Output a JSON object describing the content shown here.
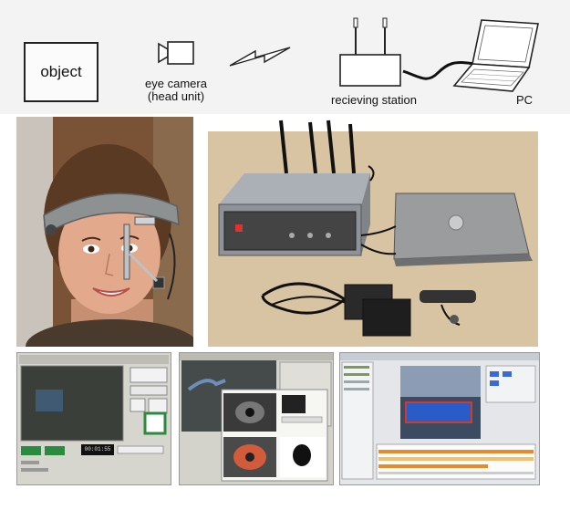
{
  "diagram": {
    "object_label": "object",
    "eye_camera_label_1": "eye camera",
    "eye_camera_label_2": "(head unit)",
    "station_label": "recieving station",
    "pc_label": "PC"
  },
  "screens": {
    "timecode": "00:01:55"
  },
  "colors": {
    "green_button": "#2b8a3e",
    "station_front": "#444444",
    "laptop": "#8c8c8c",
    "video_blue": "#2a5cc9",
    "video_red": "#d23b2a"
  }
}
